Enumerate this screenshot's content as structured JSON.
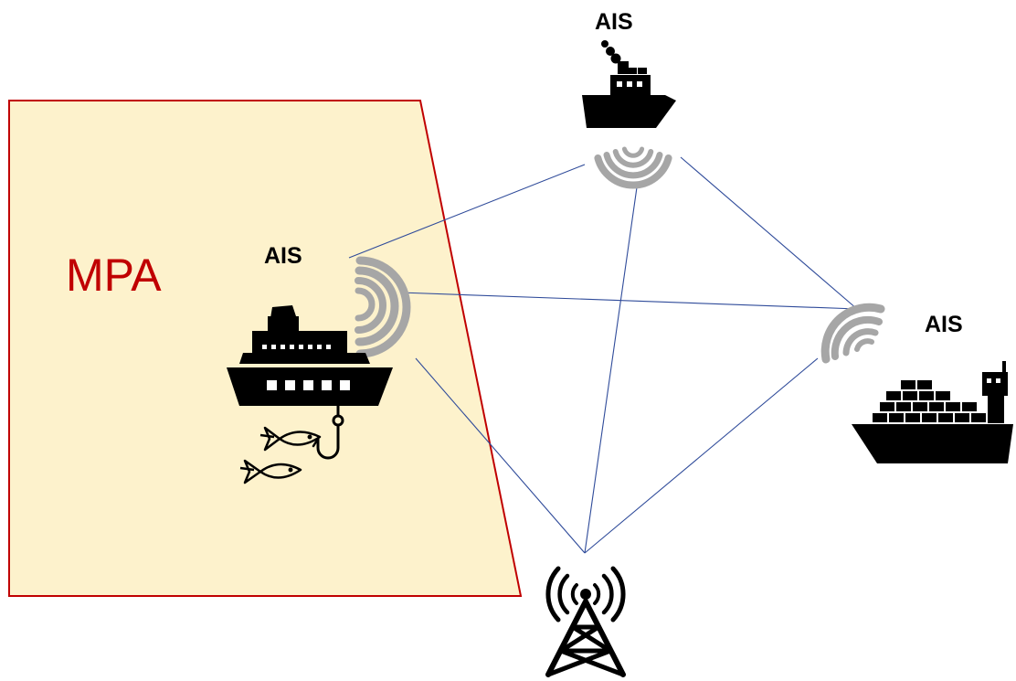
{
  "mpa": {
    "label": "MPA",
    "fill": "#fdf2cc",
    "stroke": "#c00000"
  },
  "links": {
    "color": "#2f4b9a"
  },
  "signal_color": "#a6a6a6",
  "nodes": {
    "top_vessel": {
      "label": "AIS",
      "icon": "small-steam-ship-icon"
    },
    "fishing_vessel": {
      "label": "AIS",
      "icon": "fishing-ship-icon",
      "extras": [
        "fish-icon",
        "fish-icon",
        "fishing-hook-icon"
      ]
    },
    "cargo_vessel": {
      "label": "AIS",
      "icon": "container-ship-icon"
    },
    "base_station": {
      "icon": "radio-tower-icon"
    }
  }
}
